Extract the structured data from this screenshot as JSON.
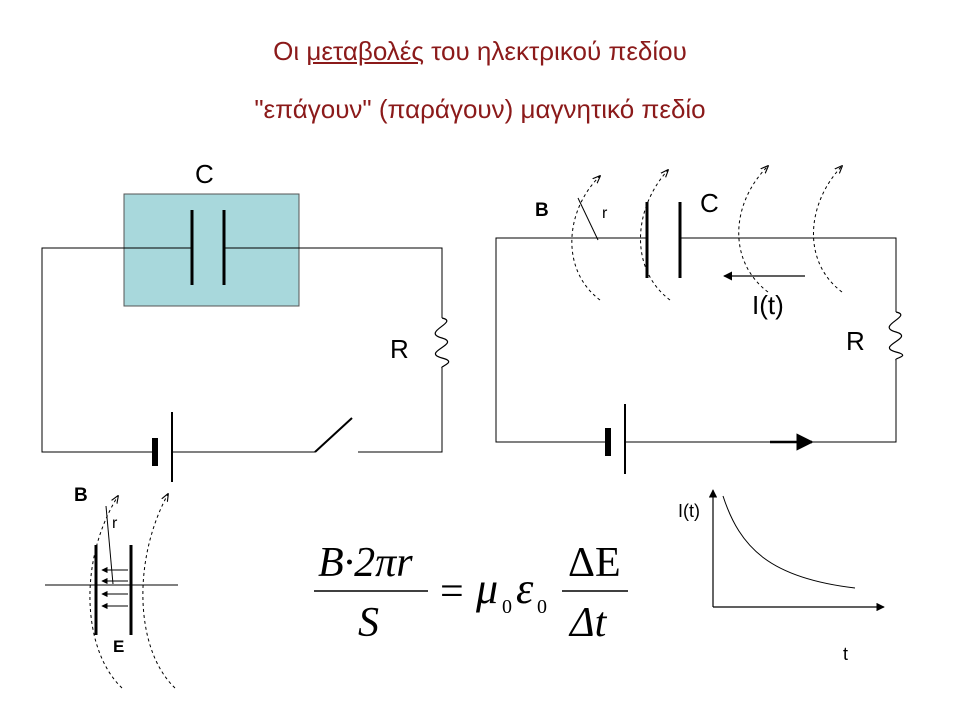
{
  "title": {
    "line1_prefix": "Οι ",
    "line1_emph": "μεταβολές",
    "line1_suffix": " του ηλεκτρικού πεδίου",
    "line2": "\"επάγουν\" (παράγουν) μαγνητικό πεδίο"
  },
  "left_circuit": {
    "capacitor_label": "C",
    "resistor_label": "R",
    "capacitor_fill": "#a8d8dc"
  },
  "right_circuit": {
    "capacitor_label": "C",
    "resistor_label": "R",
    "field_label": "B",
    "radius_label": "r",
    "current_label": "I(t)"
  },
  "plates_detail": {
    "field_b_label": "B",
    "radius_label": "r",
    "field_e_label": "E"
  },
  "equation": {
    "lhs_numerator": "B·2πr",
    "lhs_denominator": "S",
    "equals": "=",
    "mu": "μ",
    "mu_sub": "0",
    "eps": "ε",
    "eps_sub": "0",
    "rhs_numerator": "ΔE",
    "rhs_denominator": "Δt"
  },
  "graph": {
    "y_label": "I(t)",
    "x_label": "t"
  },
  "colors": {
    "title": "#8b1a1a"
  }
}
